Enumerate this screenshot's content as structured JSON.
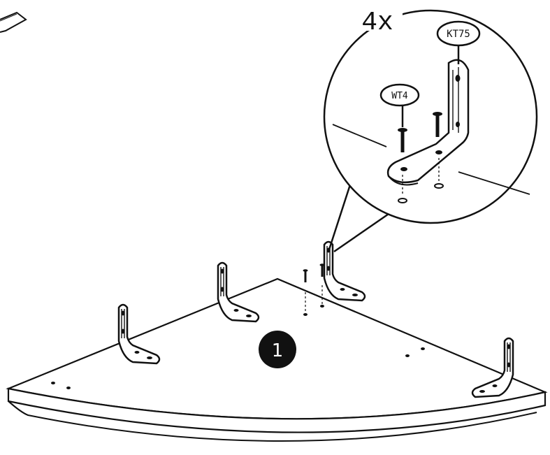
{
  "step": {
    "number": "1"
  },
  "detail": {
    "quantity_label": "4x"
  },
  "parts": {
    "bracket_code": "KT75",
    "screw_code": "WT4"
  },
  "colors": {
    "ink": "#111111",
    "paper": "#ffffff",
    "badge": "#111111",
    "badge_text": "#ffffff"
  }
}
